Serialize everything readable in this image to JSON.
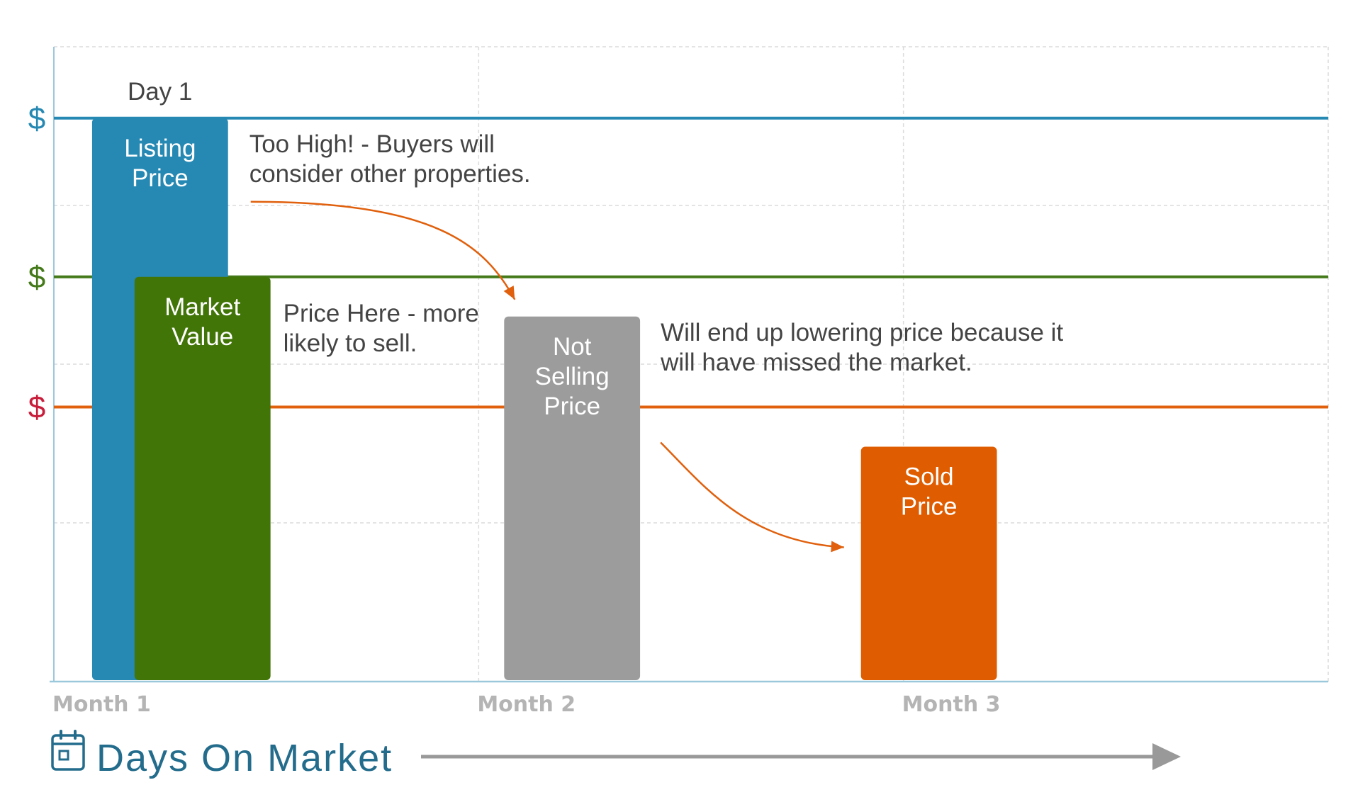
{
  "chart_data": {
    "type": "bar",
    "categories": [
      "Month 1",
      "Month 2",
      "Month 3"
    ],
    "price_levels": [
      {
        "symbol": "$",
        "color": "#2689b3",
        "level": 3.55
      },
      {
        "symbol": "$",
        "color": "#457a1a",
        "level": 2.55
      },
      {
        "symbol": "$",
        "color": "#c81e3c",
        "line_color": "#e0600d",
        "level": 1.73
      }
    ],
    "bars": [
      {
        "label_lines": [
          "Listing",
          "Price"
        ],
        "x_start": 0.09,
        "x_end": 0.41,
        "value": 3.55,
        "color": "#2689b3"
      },
      {
        "label_lines": [
          "Market",
          "Value"
        ],
        "x_start": 0.19,
        "x_end": 0.51,
        "value": 2.55,
        "color": "#427508"
      },
      {
        "label_lines": [
          "Not",
          "Selling",
          "Price"
        ],
        "x_start": 1.06,
        "x_end": 1.38,
        "value": 2.3,
        "color": "#9c9c9c"
      },
      {
        "label_lines": [
          "Sold",
          "Price"
        ],
        "x_start": 1.9,
        "x_end": 2.22,
        "value": 1.48,
        "color": "#e05c00"
      }
    ],
    "annotations": [
      {
        "lines": [
          "Too High! - Buyers will",
          "consider other properties."
        ]
      },
      {
        "lines": [
          "Price Here - more",
          "likely to sell."
        ]
      },
      {
        "lines": [
          "Will end up lowering price because it",
          "will have missed the market."
        ]
      },
      {
        "lines": [
          "Day 1"
        ]
      }
    ],
    "xlabel": "Days On Market",
    "xlim": [
      0,
      3
    ],
    "ylim": [
      0,
      4
    ],
    "grid": true,
    "colors": {
      "grid": "#dcdcdc",
      "axis": "#9cc8dc",
      "tick_label": "#b4b4b4",
      "annotation_text": "#444444",
      "arrow": "#e0600d",
      "xlabel": "#236c8c",
      "timeline_arrow": "#999999"
    }
  }
}
